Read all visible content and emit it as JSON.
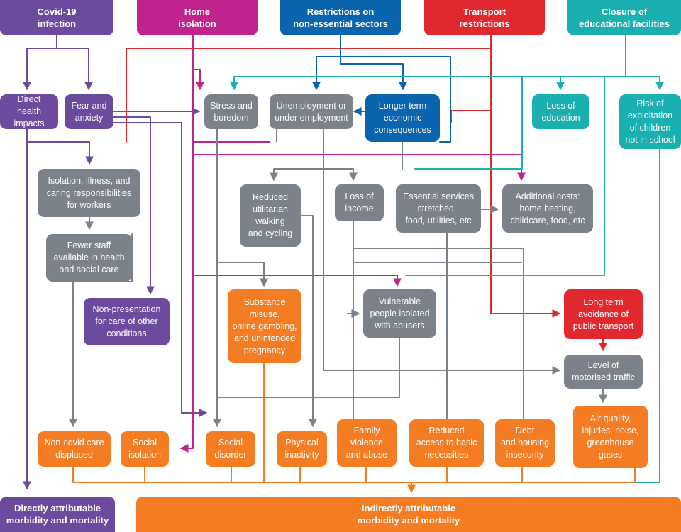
{
  "colors": {
    "purple": "#6c4a9e",
    "magenta": "#c0238b",
    "blue": "#0b64ae",
    "red": "#e2282f",
    "teal": "#1bb0b0",
    "grey": "#7b8289",
    "orange": "#f47d24"
  },
  "headers": {
    "covid": "Covid-19\ninfection",
    "home": "Home\nisolation",
    "restrictions": "Restrictions on\nnon-essential sectors",
    "transport": "Transport\nrestrictions",
    "closure": "Closure of\neducational facilities"
  },
  "nodes": {
    "direct_health": "Direct health\nimpacts",
    "fear": "Fear and\nanxiety",
    "stress": "Stress and\nboredom",
    "unemployment": "Unemployment or\nunder employment",
    "longer_term": "Longer term\neconomic\nconsequences",
    "loss_education": "Loss of\neducation",
    "risk_exploitation": "Risk of\nexploitation\nof children\nnot in school",
    "isolation_illness": "Isolation, illness, and\ncaring responsibilities\nfor workers",
    "reduced_walking": "Reduced\nutilitarian\nwalking\nand cycling",
    "loss_income": "Loss of\nincome",
    "essential_services": "Essential services\nstretched -\nfood, utilities, etc",
    "additional_costs": "Additional costs:\nhome heating,\nchildcare, food, etc",
    "fewer_staff": "Fewer staff\navailable in health\nand social care",
    "non_presentation": "Non-presentation\nfor care of other\nconditions",
    "substance": "Substance\nmisuse,\nonline gambling,\nand unintended\npregnancy",
    "vulnerable": "Vulnerable\npeople isolated\nwith abusers",
    "avoidance": "Long term\navoidance of\npublic transport",
    "traffic": "Level of\nmotorised traffic",
    "non_covid": "Non-covid care\ndisplaced",
    "social_isolation": "Social\nisolation",
    "social_disorder": "Social\ndisorder",
    "physical": "Physical\ninactivity",
    "family_violence": "Family\nviolence\nand abuse",
    "reduced_access": "Reduced\naccess to basic\nnecessities",
    "debt": "Debt\nand housing\ninsecurity",
    "air_quality": "Air quality,\ninjuries, noise,\ngreenhouse\ngases"
  },
  "outcomes": {
    "direct": "Directly attributable\nmorbidity and mortality",
    "indirect": "Indirectly attributable\nmorbidity and mortality"
  }
}
